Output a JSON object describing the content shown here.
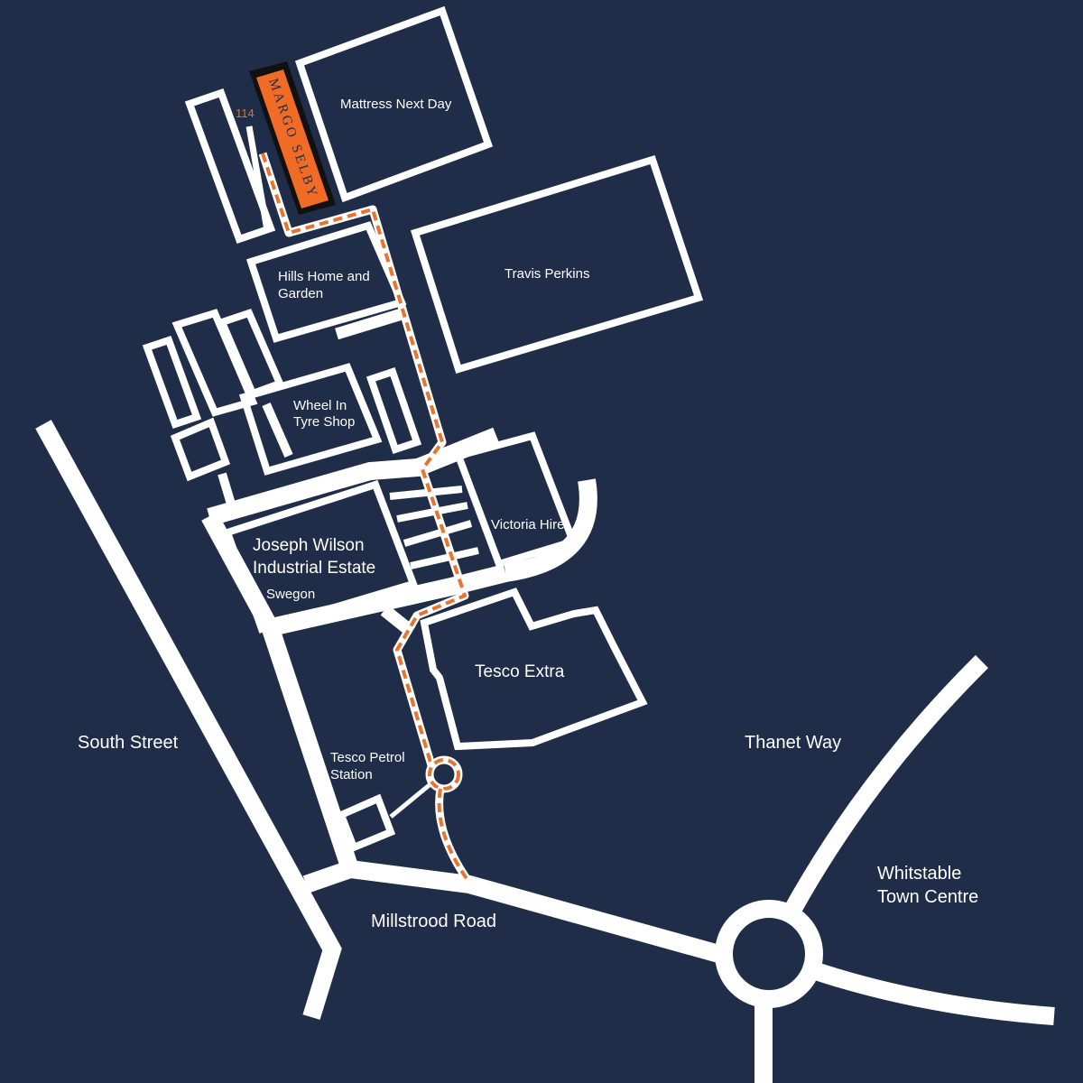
{
  "colors": {
    "background": "#1f2d48",
    "lines": "#ffffff",
    "route": "#e8742f",
    "highlight": "#ef6b26"
  },
  "highlight": {
    "name": "MARGO SELBY",
    "unit_number": "114"
  },
  "labels": {
    "mattress_next_day": "Mattress Next Day",
    "travis_perkins": "Travis Perkins",
    "hills_line1": "Hills Home and",
    "hills_line2": "Garden",
    "wheel_line1": "Wheel In",
    "wheel_line2": "Tyre Shop",
    "victoria_hire": "Victoria Hire",
    "estate_line1": "Joseph Wilson",
    "estate_line2": "Industrial Estate",
    "swegon": "Swegon",
    "tesco_extra": "Tesco Extra",
    "petrol_line1": "Tesco Petrol",
    "petrol_line2": "Station",
    "south_street": "South Street",
    "thanet_way": "Thanet Way",
    "millstrood_road": "Millstrood Road",
    "whitstable_line1": "Whitstable",
    "whitstable_line2": "Town Centre"
  }
}
